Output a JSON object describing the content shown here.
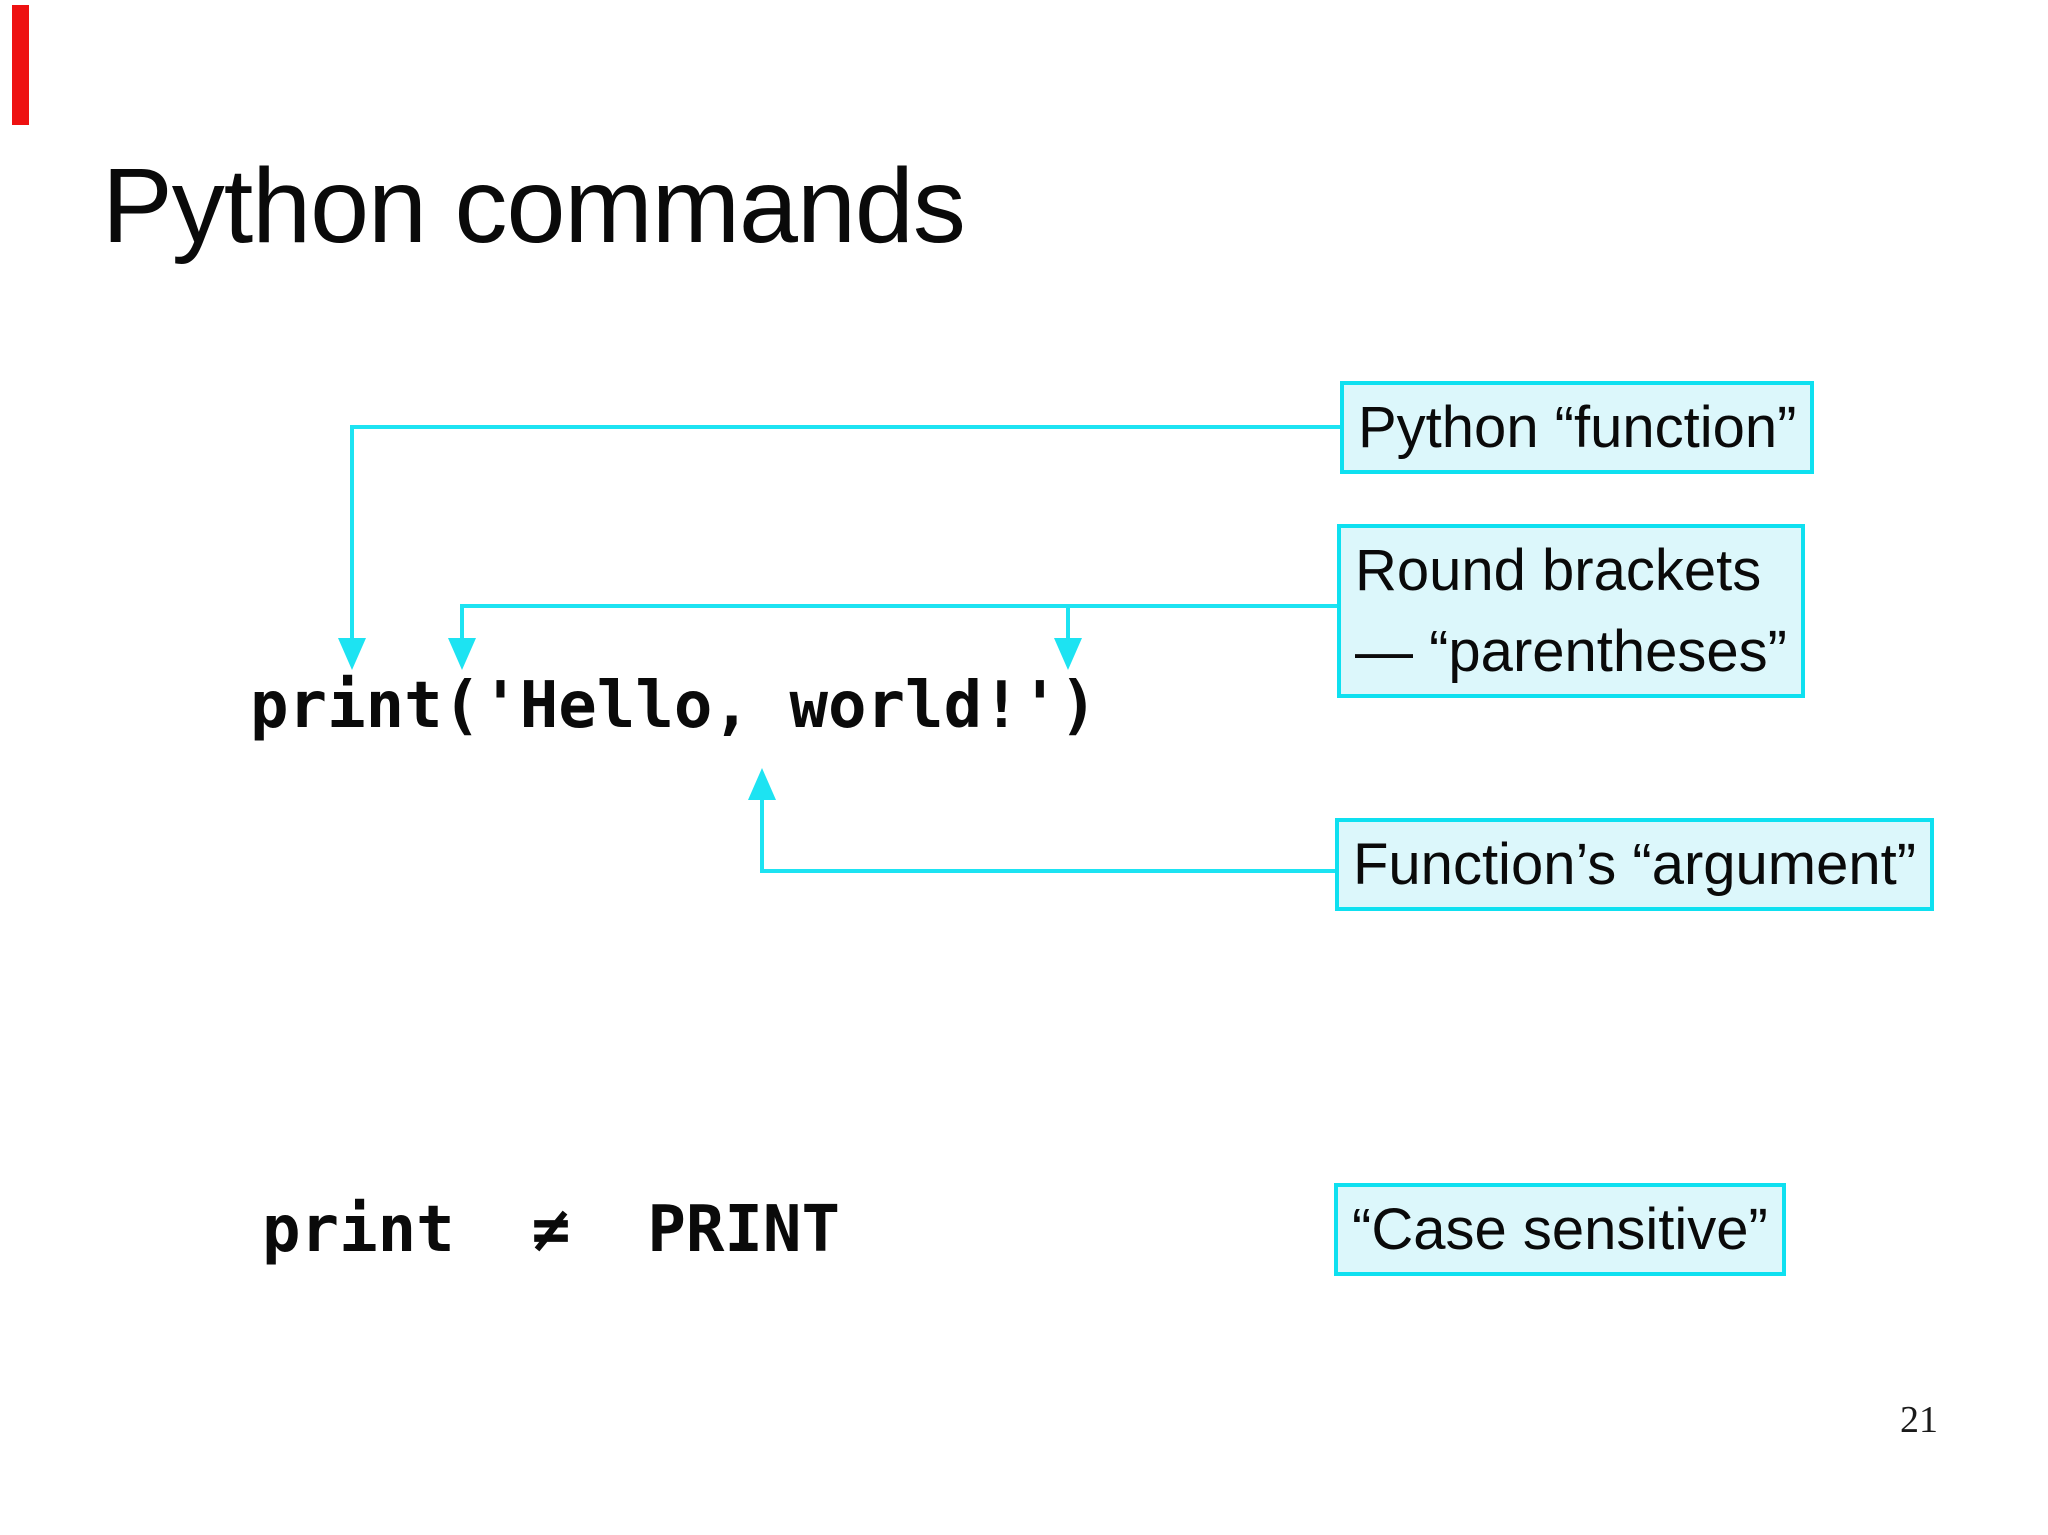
{
  "slide": {
    "title": "Python commands",
    "code_line": "print('Hello, world!')",
    "comparison_line": "print  ≠  PRINT",
    "page_number": "21"
  },
  "callouts": {
    "function_label": "Python “function”",
    "brackets_label_line1": "Round brackets",
    "brackets_label_line2": "— “parentheses”",
    "argument_label": "Function’s “argument”",
    "case_sensitive_label": "“Case sensitive”"
  },
  "colors": {
    "callout_border": "#0ee0f0",
    "callout_fill": "#dcf7fb",
    "arrow": "#1de3f2",
    "marker_red": "#ee1111"
  }
}
